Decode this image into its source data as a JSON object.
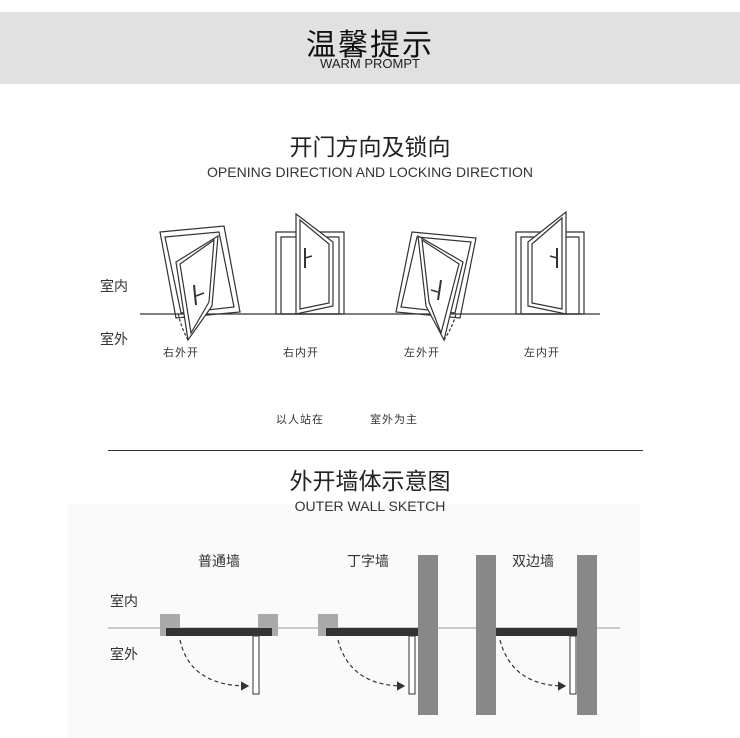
{
  "banner": {
    "title_cn": "温馨提示",
    "title_en": "WARM PROMPT"
  },
  "section1": {
    "title_cn": "开门方向及锁向",
    "title_en": "OPENING DIRECTION AND LOCKING DIRECTION",
    "label_inside": "室内",
    "label_outside": "室外",
    "doors": [
      "右外开",
      "右内开",
      "左外开",
      "左内开"
    ],
    "note_left": "以人站在",
    "note_right": "室外为主"
  },
  "section2": {
    "title_cn": "外开墙体示意图",
    "title_en": "OUTER WALL SKETCH",
    "label_inside": "室内",
    "label_outside": "室外",
    "wall_types": [
      "普通墙",
      "丁字墙",
      "双边墙"
    ]
  }
}
